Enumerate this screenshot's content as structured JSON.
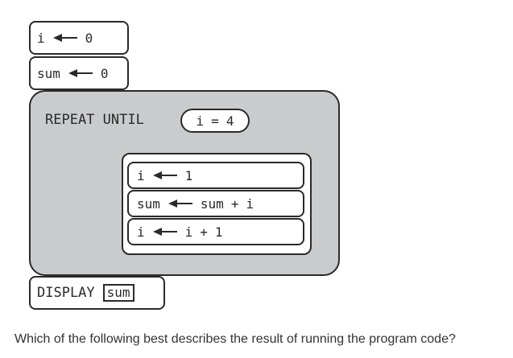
{
  "program": {
    "init_i": {
      "var": "i",
      "value": "0"
    },
    "init_sum": {
      "var": "sum",
      "value": "0"
    },
    "repeat": {
      "keyword": "REPEAT UNTIL",
      "condition": {
        "left": "i",
        "op": "=",
        "right": "4"
      },
      "body": [
        {
          "var": "i",
          "expr": "1"
        },
        {
          "var": "sum",
          "expr_left": "sum",
          "op": "+",
          "expr_right": "i"
        },
        {
          "var": "i",
          "expr_left": "i",
          "op": "+",
          "expr_right": "1"
        }
      ]
    },
    "display": {
      "keyword": "DISPLAY",
      "var": "sum"
    }
  },
  "question": "Which of the following best describes the result of running the program code?",
  "icons": {
    "assign": "left-arrow-icon"
  }
}
